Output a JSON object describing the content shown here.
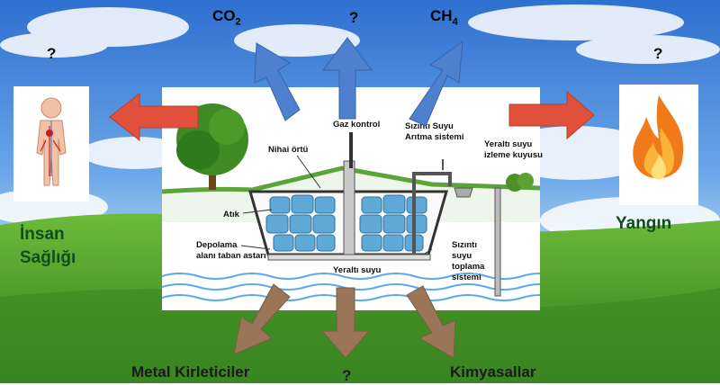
{
  "top_labels": {
    "co2": "CO",
    "co2_sub": "2",
    "unknown_top": "?",
    "ch4": "CH",
    "ch4_sub": "4"
  },
  "side_labels": {
    "left_question": "?",
    "right_question": "?",
    "human_health_line1": "İnsan",
    "human_health_line2": "Sağlığı",
    "fire": "Yangın"
  },
  "bottom_labels": {
    "metals": "Metal Kirleticiler",
    "unknown_bottom": "?",
    "chemicals": "Kimyasallar"
  },
  "landfill": {
    "gas_control": "Gaz kontrol",
    "leachate_treatment_line1": "Sızıntı Suyu",
    "leachate_treatment_line2": "Arıtma sistemi",
    "groundwater_monitor_line1": "Yeraltı suyu",
    "groundwater_monitor_line2": "izleme kuyusu",
    "final_cover": "Nihai örtü",
    "waste": "Atık",
    "liner_line1": "Depolama",
    "liner_line2": "alanı taban astarı",
    "leachate_collection_line1": "Sızıntı",
    "leachate_collection_line2": "suyu",
    "leachate_collection_line3": "toplama",
    "leachate_collection_line4": "sistemi",
    "groundwater": "Yeraltı suyu"
  },
  "colors": {
    "sky_top": "#3f7fd6",
    "grass": "#4c9a2a",
    "arrow_gas": "#4f7fcf",
    "arrow_side": "#e0503a",
    "arrow_ground": "#9a7558",
    "waste": "#5ea9d6",
    "green_text": "#0f4d1c"
  }
}
